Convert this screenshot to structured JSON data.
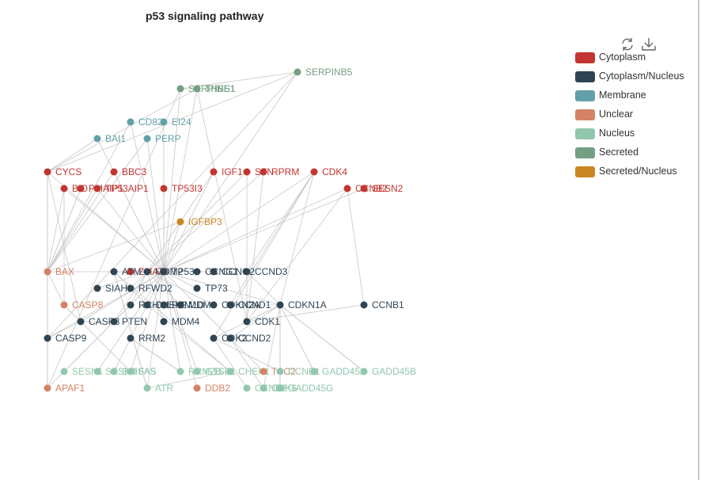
{
  "title": "p53 signaling pathway",
  "toolbox": {
    "refresh_icon": "refresh-icon",
    "download_icon": "download-icon"
  },
  "categories": [
    {
      "name": "Cytoplasm",
      "color": "#c23531"
    },
    {
      "name": "Cytoplasm/Nucleus",
      "color": "#2f4554"
    },
    {
      "name": "Membrane",
      "color": "#61a0a8"
    },
    {
      "name": "Unclear",
      "color": "#d48265"
    },
    {
      "name": "Nucleus",
      "color": "#91c7ae"
    },
    {
      "name": "Secreted",
      "color": "#749f83"
    },
    {
      "name": "Secreted/Nucleus",
      "color": "#ca8622"
    }
  ],
  "nodes": [
    {
      "name": "SERPINB5",
      "category": 5
    },
    {
      "name": "SERPINE1",
      "category": 5
    },
    {
      "name": "THBS1",
      "category": 5
    },
    {
      "name": "CD82",
      "category": 2
    },
    {
      "name": "EI24",
      "category": 2
    },
    {
      "name": "BAI1",
      "category": 2
    },
    {
      "name": "PERP",
      "category": 2
    },
    {
      "name": "CYCS",
      "category": 0
    },
    {
      "name": "BBC3",
      "category": 0
    },
    {
      "name": "IGF1",
      "category": 0
    },
    {
      "name": "SFN",
      "category": 0
    },
    {
      "name": "RPRM",
      "category": 0
    },
    {
      "name": "CDK4",
      "category": 0
    },
    {
      "name": "BID",
      "category": 0
    },
    {
      "name": "PMAIP1",
      "category": 0
    },
    {
      "name": "TP53AIP1",
      "category": 0
    },
    {
      "name": "TP53I3",
      "category": 0
    },
    {
      "name": "CCNB2",
      "category": 0
    },
    {
      "name": "SESN2",
      "category": 0
    },
    {
      "name": "ZMAT3",
      "category": 0
    },
    {
      "name": "IGFBP3",
      "category": 6
    },
    {
      "name": "BAX",
      "category": 3
    },
    {
      "name": "ATM",
      "category": 1
    },
    {
      "name": "MDM2",
      "category": 1
    },
    {
      "name": "TP53",
      "category": 1
    },
    {
      "name": "CCNG1",
      "category": 1
    },
    {
      "name": "CCNG2",
      "category": 1
    },
    {
      "name": "CCND3",
      "category": 1
    },
    {
      "name": "SIAH1",
      "category": 1
    },
    {
      "name": "RFWD2",
      "category": 1
    },
    {
      "name": "TP73",
      "category": 1
    },
    {
      "name": "CASP8",
      "category": 3
    },
    {
      "name": "RCHY1",
      "category": 1
    },
    {
      "name": "CHEK2",
      "category": 1
    },
    {
      "name": "PPM1D",
      "category": 1
    },
    {
      "name": "MDM4",
      "category": 1
    },
    {
      "name": "CDKN2A",
      "category": 1
    },
    {
      "name": "CCND1",
      "category": 1
    },
    {
      "name": "CDKN1A",
      "category": 1
    },
    {
      "name": "CCNB1",
      "category": 1
    },
    {
      "name": "CASP3",
      "category": 1
    },
    {
      "name": "PTEN",
      "category": 1
    },
    {
      "name": "MDM4",
      "category": 1
    },
    {
      "name": "CDK1",
      "category": 1
    },
    {
      "name": "CASP9",
      "category": 1
    },
    {
      "name": "RRM2",
      "category": 1
    },
    {
      "name": "CDK2",
      "category": 1
    },
    {
      "name": "CCND2",
      "category": 1
    },
    {
      "name": "SESN1",
      "category": 4
    },
    {
      "name": "SESN3",
      "category": 4
    },
    {
      "name": "SHISA5",
      "category": 4
    },
    {
      "name": "FAS",
      "category": 4
    },
    {
      "name": "RRM2B",
      "category": 4
    },
    {
      "name": "GTSE1",
      "category": 4
    },
    {
      "name": "CHEK1",
      "category": 4
    },
    {
      "name": "TSC2",
      "category": 3
    },
    {
      "name": "CCNE1",
      "category": 4
    },
    {
      "name": "GADD45A",
      "category": 4
    },
    {
      "name": "GADD45B",
      "category": 4
    },
    {
      "name": "APAF1",
      "category": 3
    },
    {
      "name": "ATR",
      "category": 4
    },
    {
      "name": "DDB2",
      "category": 3
    },
    {
      "name": "CCNE2",
      "category": 4
    },
    {
      "name": "CDK6",
      "category": 4
    },
    {
      "name": "GADD45G",
      "category": 4
    }
  ],
  "links": [
    [
      24,
      23
    ],
    [
      24,
      22
    ],
    [
      24,
      21
    ],
    [
      24,
      38
    ],
    [
      24,
      7
    ],
    [
      24,
      8
    ],
    [
      24,
      1
    ],
    [
      24,
      0
    ],
    [
      24,
      44
    ],
    [
      24,
      59
    ],
    [
      24,
      40
    ],
    [
      24,
      13
    ],
    [
      24,
      15
    ],
    [
      24,
      20
    ],
    [
      24,
      9
    ],
    [
      24,
      12
    ],
    [
      24,
      17
    ],
    [
      24,
      30
    ],
    [
      24,
      60
    ],
    [
      22,
      33
    ],
    [
      22,
      54
    ],
    [
      22,
      60
    ],
    [
      22,
      24
    ],
    [
      23,
      36
    ],
    [
      23,
      35
    ],
    [
      23,
      42
    ],
    [
      23,
      32
    ],
    [
      23,
      28
    ],
    [
      23,
      29
    ],
    [
      23,
      10
    ],
    [
      23,
      11
    ],
    [
      38,
      46
    ],
    [
      38,
      43
    ],
    [
      38,
      37
    ],
    [
      38,
      27
    ],
    [
      38,
      47
    ],
    [
      38,
      12
    ],
    [
      38,
      63
    ],
    [
      38,
      57
    ],
    [
      38,
      58
    ],
    [
      38,
      64
    ],
    [
      43,
      39
    ],
    [
      43,
      17
    ],
    [
      46,
      56
    ],
    [
      46,
      62
    ],
    [
      37,
      12
    ],
    [
      27,
      12
    ],
    [
      47,
      63
    ],
    [
      21,
      7
    ],
    [
      21,
      44
    ],
    [
      21,
      13
    ],
    [
      21,
      14
    ],
    [
      21,
      31
    ],
    [
      21,
      59
    ],
    [
      44,
      59
    ],
    [
      44,
      40
    ],
    [
      7,
      40
    ],
    [
      7,
      44
    ],
    [
      31,
      40
    ],
    [
      31,
      13
    ],
    [
      51,
      31
    ],
    [
      51,
      24
    ],
    [
      50,
      24
    ],
    [
      49,
      24
    ],
    [
      48,
      24
    ],
    [
      53,
      24
    ],
    [
      52,
      45
    ],
    [
      52,
      24
    ],
    [
      61,
      24
    ],
    [
      54,
      33
    ],
    [
      55,
      24
    ],
    [
      3,
      24
    ],
    [
      4,
      24
    ],
    [
      5,
      24
    ],
    [
      6,
      24
    ],
    [
      2,
      24
    ],
    [
      1,
      0
    ],
    [
      2,
      1
    ],
    [
      16,
      24
    ],
    [
      19,
      24
    ],
    [
      25,
      24
    ],
    [
      26,
      24
    ],
    [
      18,
      24
    ],
    [
      9,
      20
    ],
    [
      20,
      21
    ],
    [
      10,
      43
    ],
    [
      11,
      43
    ],
    [
      41,
      40
    ],
    [
      41,
      20
    ],
    [
      45,
      52
    ],
    [
      60,
      54
    ],
    [
      60,
      22
    ],
    [
      57,
      38
    ],
    [
      58,
      38
    ],
    [
      64,
      38
    ],
    [
      8,
      21
    ],
    [
      14,
      21
    ],
    [
      15,
      21
    ],
    [
      2,
      7
    ],
    [
      0,
      7
    ],
    [
      3,
      21
    ],
    [
      5,
      7
    ],
    [
      6,
      21
    ],
    [
      2,
      43
    ],
    [
      0,
      44
    ],
    [
      1,
      59
    ],
    [
      12,
      46
    ],
    [
      17,
      39
    ]
  ]
}
